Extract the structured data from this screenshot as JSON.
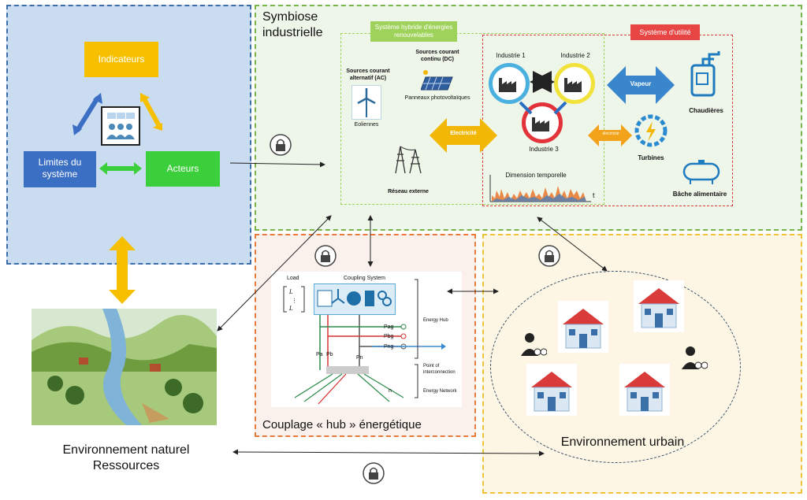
{
  "left_panel": {
    "indicators": "Indicateurs",
    "limits": "Limites du système",
    "actors": "Acteurs"
  },
  "natural_env": {
    "line1": "Environnement naturel",
    "line2": "Ressources"
  },
  "symbiosis": {
    "title_line1": "Symbiose",
    "title_line2": "industrielle",
    "hybrid_title": "Système hybride d'énergies renouvelables",
    "utility_title": "Système d'utilité",
    "ac_sources": "Sources courant alternatif (AC)",
    "dc_sources": "Sources courant continu (DC)",
    "pv_panels": "Panneaux photovoltaïques",
    "wind": "Eoliennes",
    "grid": "Réseau externe",
    "electricity": "Electricité",
    "electricity_small": "électricité",
    "steam": "Vapeur",
    "industry1": "Industrie 1",
    "industry2": "Industrie 2",
    "industry3": "Industrie 3",
    "time_dimension": "Dimension temporelle",
    "t_axis": "t",
    "boilers": "Chaudières",
    "turbines": "Turbines",
    "tank": "Bâche alimentaire"
  },
  "hub": {
    "title": "Couplage « hub » énergétique",
    "load": "Load",
    "coupling": "Coupling System",
    "energy_hub": "Energy Hub",
    "poi": "Point of interconnection",
    "energy_network": "Energy Network",
    "pa": "Pa",
    "pb": "Pb",
    "pn": "Pn",
    "pag": "Pag",
    "pbg": "Pbg",
    "png": "Png",
    "lrm": "n"
  },
  "urban": {
    "title": "Environnement urbain"
  },
  "colors": {
    "blue_panel": "#c9dcf0",
    "green_panel": "#eef5e9",
    "orange_panel": "#fbf1ec",
    "yellow_panel": "#fdf6e4",
    "indicator": "#f6c000",
    "actors": "#3ccf3c",
    "limits": "#3b6fc4"
  }
}
